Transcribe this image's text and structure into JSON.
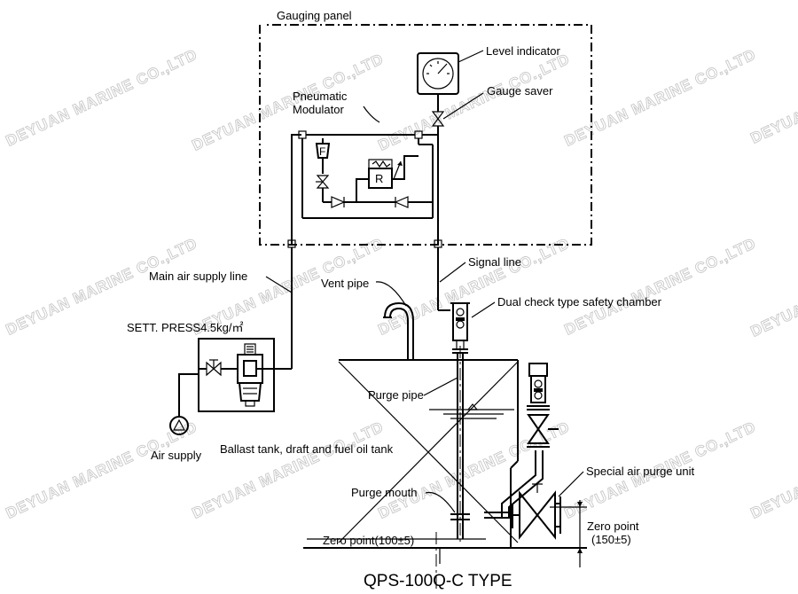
{
  "labels": {
    "gauging_panel": "Gauging panel",
    "level_indicator": "Level indicator",
    "gauge_saver": "Gauge saver",
    "pneumatic_line1": "Pneumatic",
    "pneumatic_line2": "Modulator",
    "main_air_supply": "Main air supply line",
    "signal_line": "Signal line",
    "vent_pipe": "Vent pipe",
    "dual_check": "Dual check type safety chamber",
    "sett_press": "SETT. PRESS4.5kg/㎡",
    "purge_pipe": "Purge pipe",
    "air_supply": "Air supply",
    "ballast_tank": "Ballast tank, draft and fuel oil tank",
    "special_air_purge": "Special air purge unit",
    "purge_mouth": "Purge mouth",
    "zero_point_left": "Zero point(100±5)",
    "zero_point_right_1": "Zero point",
    "zero_point_right_2": "(150±5)",
    "filter_letter": "F",
    "regulator_letter": "R",
    "bottom_title": "QPS-100Q-C TYPE"
  },
  "watermark": "DEYUAN MARINE CO.,LTD"
}
